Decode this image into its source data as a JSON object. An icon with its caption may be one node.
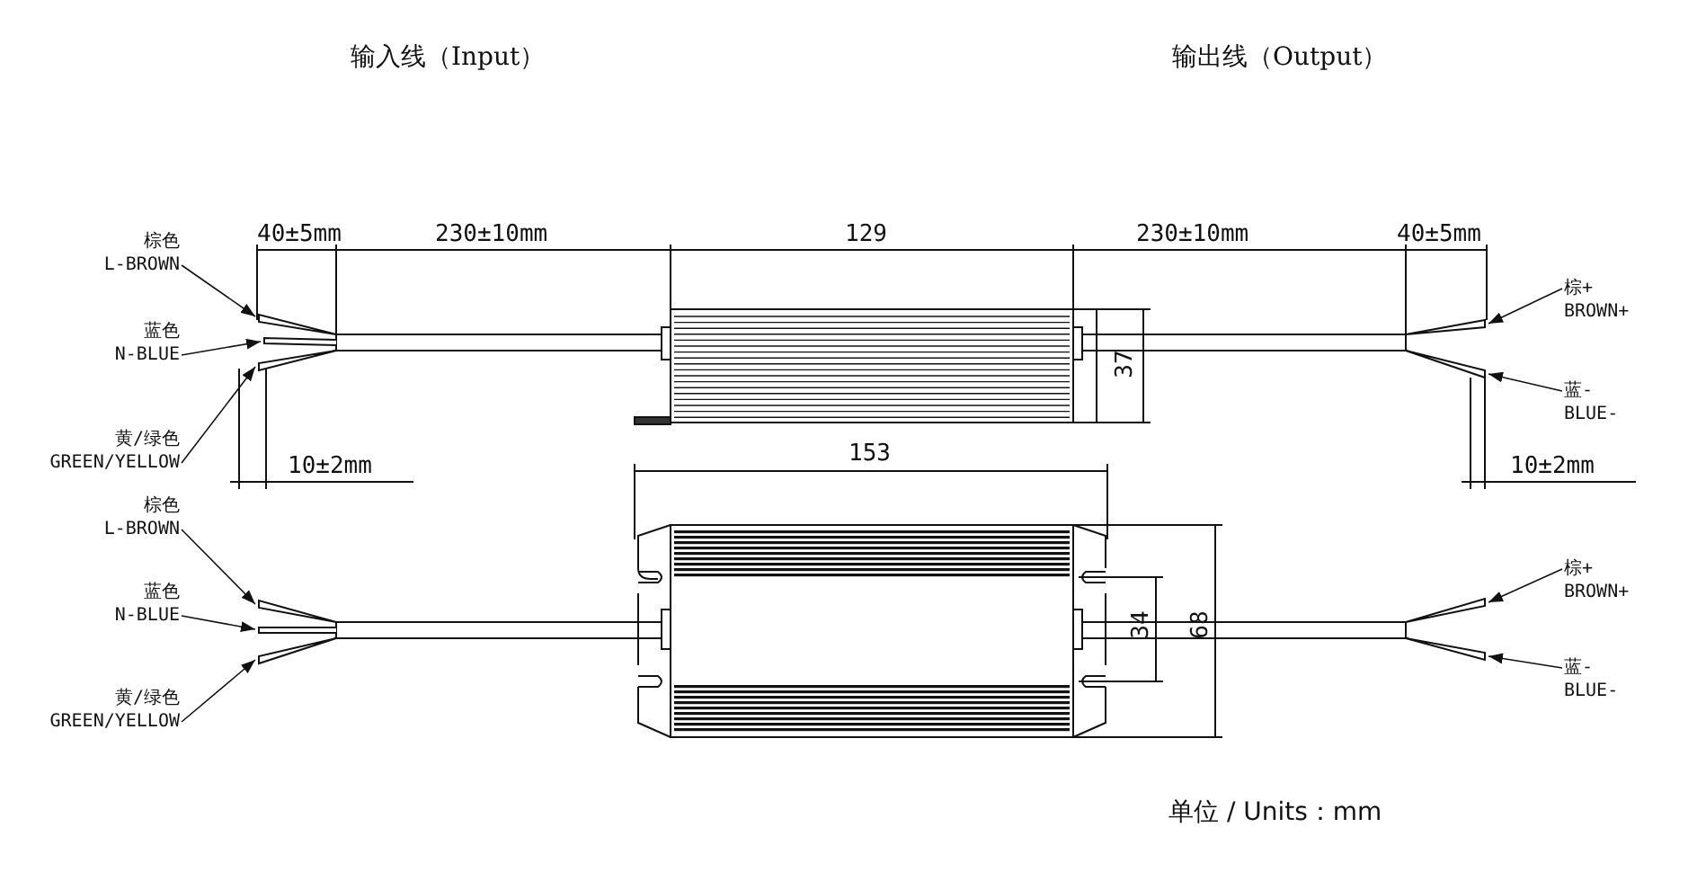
{
  "diagram": {
    "nodes": [
      {
        "text": [
          "棕色",
          "L-BROWN"
        ]
      },
      {
        "text": [
          "蓝色",
          "N-BLUE"
        ]
      },
      {
        "text": [
          "黄/绿色",
          "GREEN/YELLOW"
        ]
      },
      {
        "text": [
          "棕+",
          "BROWN+"
        ]
      },
      {
        "text": [
          "蓝-",
          "BLUE-"
        ]
      },
      {
        "text": [
          "棕色",
          "L-BROWN"
        ]
      },
      {
        "text": [
          "蓝色",
          "N-BLUE"
        ]
      },
      {
        "text": [
          "黄/绿色",
          "GREEN/YELLOW"
        ]
      },
      {
        "text": [
          "棕+",
          "BROWN+"
        ]
      },
      {
        "text": [
          "蓝-",
          "BLUE-"
        ]
      },
      {
        "text": [],
        "shape": "line"
      },
      {
        "text": [],
        "shape": "line"
      },
      {
        "text": [],
        "shape": "line"
      },
      {
        "text": [],
        "shape": "line"
      },
      {
        "text": [],
        "shape": "line"
      },
      {
        "text": [],
        "shape": "line"
      },
      {
        "text": [],
        "shape": "line"
      },
      {
        "text": [],
        "shape": "line"
      },
      {
        "text": [],
        "shape": "line"
      },
      {
        "text": [],
        "shape": "line"
      }
    ],
    "edges": [
      {
        "from": 0,
        "to": 10,
        "arrow": "to"
      },
      {
        "from": 1,
        "to": 11,
        "arrow": "to"
      },
      {
        "from": 2,
        "to": 12,
        "arrow": "to"
      },
      {
        "from": 3,
        "to": 13,
        "arrow": "to"
      },
      {
        "from": 4,
        "to": 14,
        "arrow": "to"
      },
      {
        "from": 5,
        "to": 15,
        "arrow": "to"
      },
      {
        "from": 6,
        "to": 16,
        "arrow": "to"
      },
      {
        "from": 7,
        "to": 17,
        "arrow": "to"
      },
      {
        "from": 8,
        "to": 18,
        "arrow": "to"
      },
      {
        "from": 9,
        "to": 19,
        "arrow": "to"
      }
    ],
    "labels": [
      "输入线（Input）",
      "输出线（Output）",
      "40±5mm",
      "230±10mm",
      "129",
      "230±10mm",
      "40±5mm",
      "37",
      "10±2mm",
      "10±2mm",
      "153",
      "34",
      "68",
      "单位 / Units：mm"
    ]
  }
}
